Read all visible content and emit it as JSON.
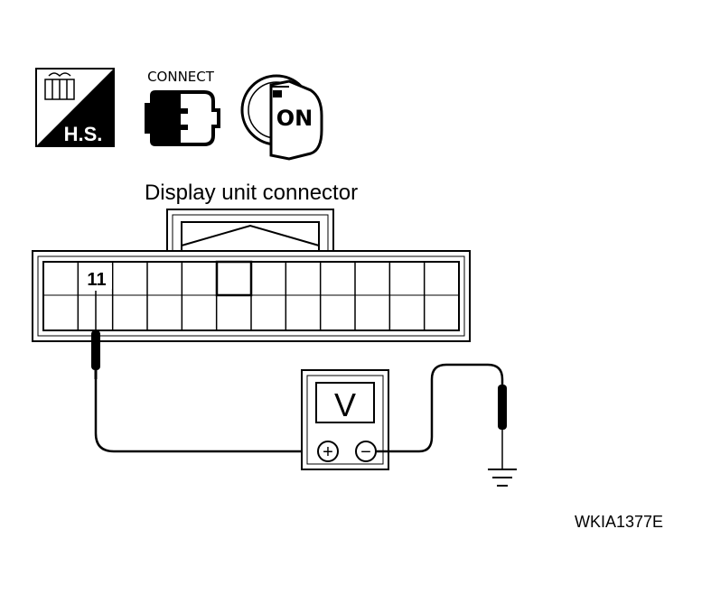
{
  "icons": {
    "hs_label": "H.S.",
    "connect_label": "CONNECT",
    "key_label": "ON"
  },
  "connector": {
    "title": "Display unit connector",
    "terminal": "11"
  },
  "meter": {
    "display": "V",
    "plus": "+",
    "minus": "−"
  },
  "reference_code": "WKIA1377E"
}
